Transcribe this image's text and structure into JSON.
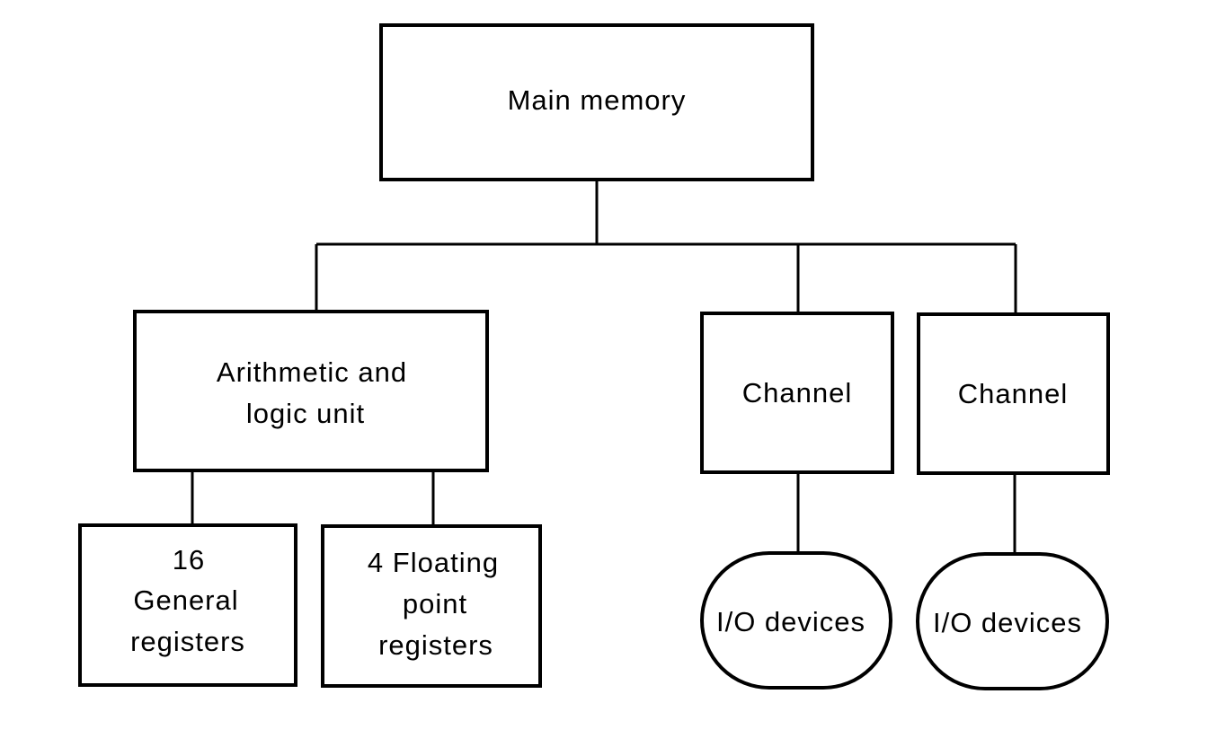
{
  "diagram": {
    "main_memory": "Main memory",
    "alu": {
      "line1": "Arithmetic and",
      "line2": "logic unit"
    },
    "general_registers": {
      "line1": "16",
      "line2": "General",
      "line3": "registers"
    },
    "floating_point_registers": {
      "line1": "4 Floating",
      "line2": "point",
      "line3": "registers"
    },
    "channel_1": "Channel",
    "channel_2": "Channel",
    "io_devices_1": "I/O devices",
    "io_devices_2": "I/O devices"
  }
}
